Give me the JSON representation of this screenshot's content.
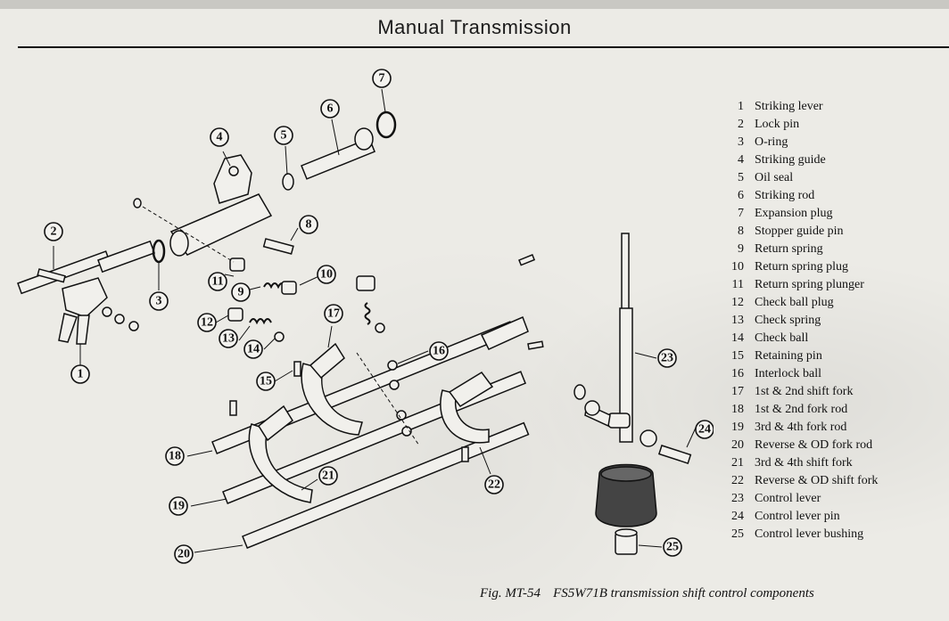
{
  "header": {
    "title": "Manual Transmission"
  },
  "legend": [
    {
      "num": "1",
      "label": "Striking lever"
    },
    {
      "num": "2",
      "label": "Lock pin"
    },
    {
      "num": "3",
      "label": "O-ring"
    },
    {
      "num": "4",
      "label": "Striking guide"
    },
    {
      "num": "5",
      "label": "Oil seal"
    },
    {
      "num": "6",
      "label": "Striking rod"
    },
    {
      "num": "7",
      "label": "Expansion plug"
    },
    {
      "num": "8",
      "label": "Stopper guide pin"
    },
    {
      "num": "9",
      "label": "Return spring"
    },
    {
      "num": "10",
      "label": "Return spring plug"
    },
    {
      "num": "11",
      "label": "Return spring plunger"
    },
    {
      "num": "12",
      "label": "Check ball plug"
    },
    {
      "num": "13",
      "label": "Check spring"
    },
    {
      "num": "14",
      "label": "Check ball"
    },
    {
      "num": "15",
      "label": "Retaining pin"
    },
    {
      "num": "16",
      "label": "Interlock ball"
    },
    {
      "num": "17",
      "label": "1st & 2nd shift fork"
    },
    {
      "num": "18",
      "label": "1st & 2nd fork rod"
    },
    {
      "num": "19",
      "label": "3rd & 4th fork rod"
    },
    {
      "num": "20",
      "label": "Reverse & OD fork rod"
    },
    {
      "num": "21",
      "label": "3rd & 4th shift fork"
    },
    {
      "num": "22",
      "label": "Reverse & OD shift fork"
    },
    {
      "num": "23",
      "label": "Control lever"
    },
    {
      "num": "24",
      "label": "Control lever pin"
    },
    {
      "num": "25",
      "label": "Control lever bushing"
    }
  ],
  "caption": {
    "figure": "Fig. MT-54",
    "text": "FS5W71B transmission shift control components"
  }
}
